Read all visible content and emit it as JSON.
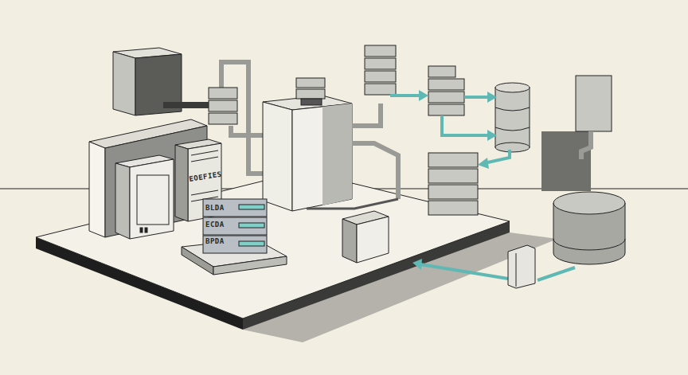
{
  "diagram": {
    "nodes": [
      {
        "text": [
          "EOEFIES"
        ]
      },
      {
        "text": [
          "BLDA",
          "ECDA",
          "BPDA"
        ]
      }
    ]
  }
}
